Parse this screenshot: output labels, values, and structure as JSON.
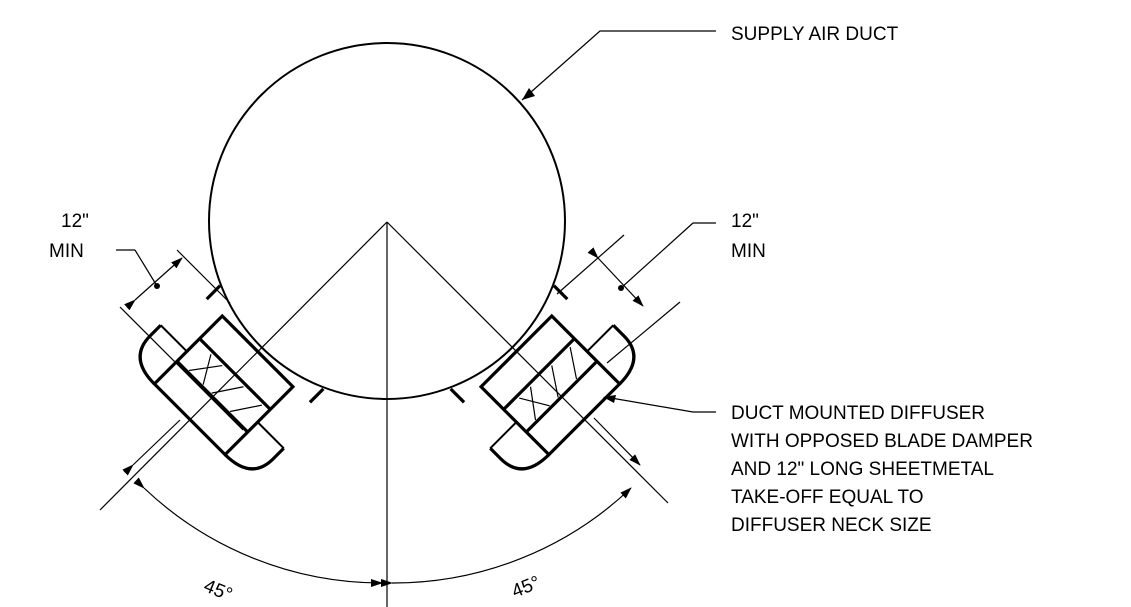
{
  "labels": {
    "supply_duct": "SUPPLY AIR DUCT",
    "left_dim_value": "12\"",
    "left_dim_min": "MIN",
    "right_dim_value": "12\"",
    "right_dim_min": "MIN",
    "diffuser_note": [
      "DUCT MOUNTED DIFFUSER",
      "WITH OPPOSED BLADE DAMPER",
      "AND 12\" LONG SHEETMETAL",
      "TAKE-OFF EQUAL TO",
      "DIFFUSER NECK SIZE"
    ],
    "angle_left": "45°",
    "angle_right": "45°"
  }
}
